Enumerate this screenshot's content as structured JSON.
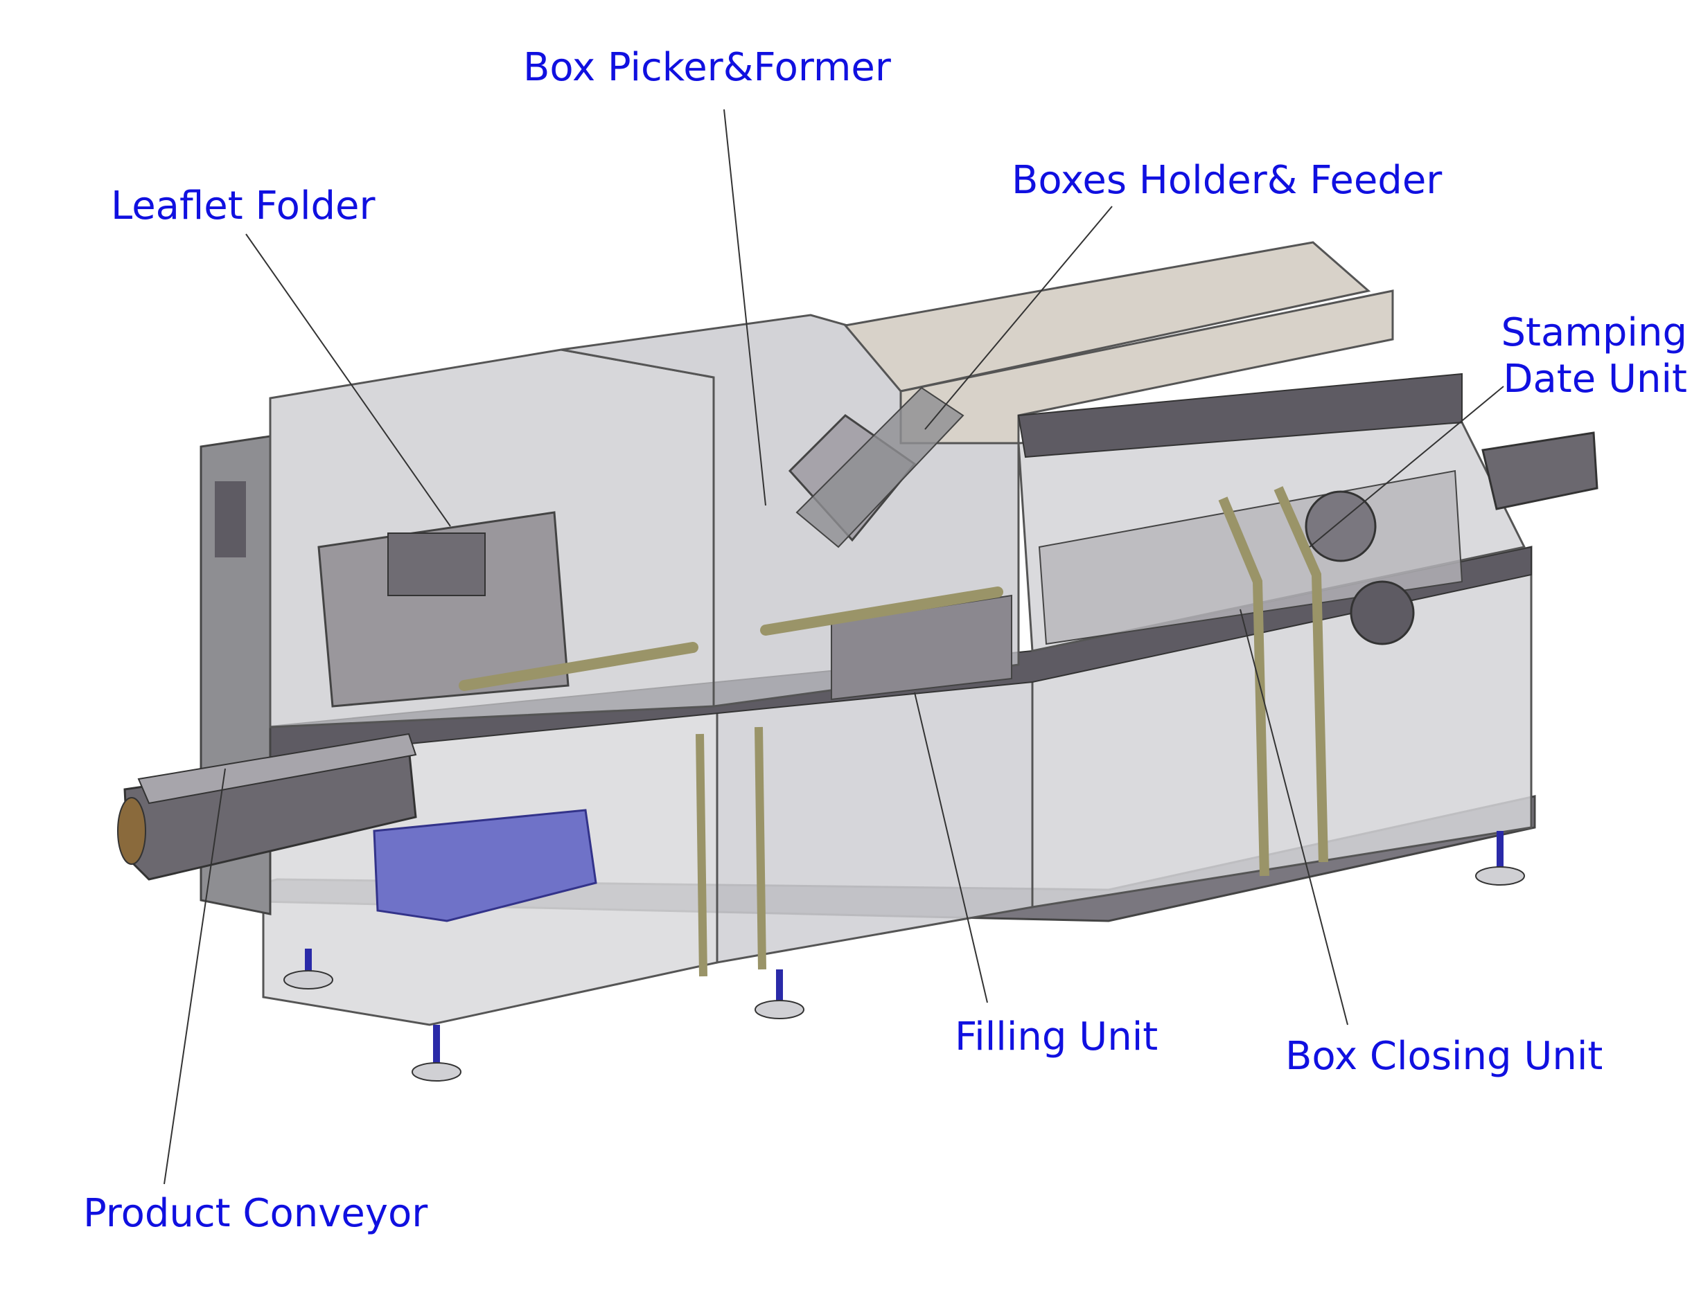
{
  "colors": {
    "label_text": "#1010e0",
    "leader_line": "#333333",
    "frame_metal": "#8e8e92",
    "frame_dark": "#5e5b63",
    "guard_glass": "#c9c9cd",
    "top_panels": "#d8d2c9",
    "brass_rods": "#9a9468",
    "blue_box": "#6f72c8",
    "foot_blue": "#2a2aa8",
    "conveyor_belt": "#6b686f"
  },
  "labels": {
    "box_picker_former": "Box Picker&Former",
    "boxes_holder_feeder": "Boxes Holder& Feeder",
    "leaflet_folder": "Leaflet Folder",
    "stamping_line1": "Stamping",
    "stamping_line2": "Date Unit",
    "filling_unit": "Filling Unit",
    "box_closing_unit": "Box Closing Unit",
    "product_conveyor": "Product Conveyor"
  }
}
